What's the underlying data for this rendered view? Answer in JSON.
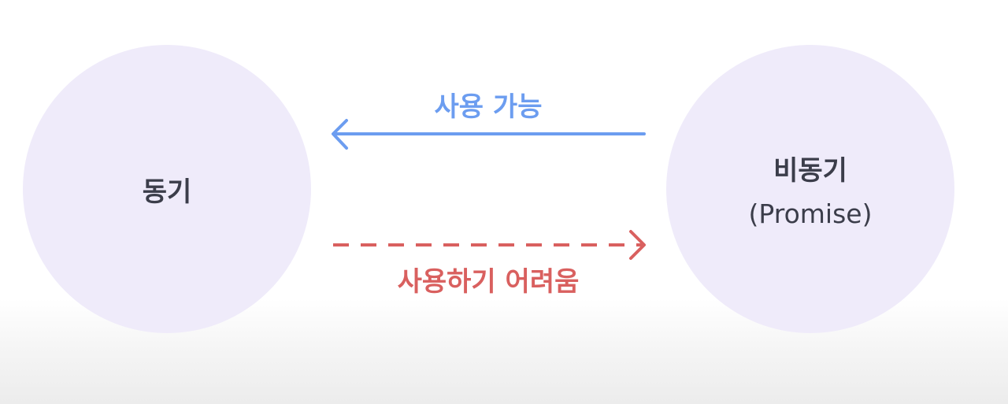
{
  "nodes": {
    "sync": {
      "label": "동기"
    },
    "async": {
      "label": "비동기",
      "sublabel": "(Promise)"
    }
  },
  "edges": {
    "usable": {
      "label": "사용 가능",
      "from": "async",
      "to": "sync",
      "style": "solid",
      "color": "#6c9df0"
    },
    "hard": {
      "label": "사용하기 어려움",
      "from": "sync",
      "to": "async",
      "style": "dashed",
      "color": "#d9605f"
    }
  },
  "colors": {
    "node_fill": "#efebfa",
    "node_text": "#3b3d4a"
  }
}
